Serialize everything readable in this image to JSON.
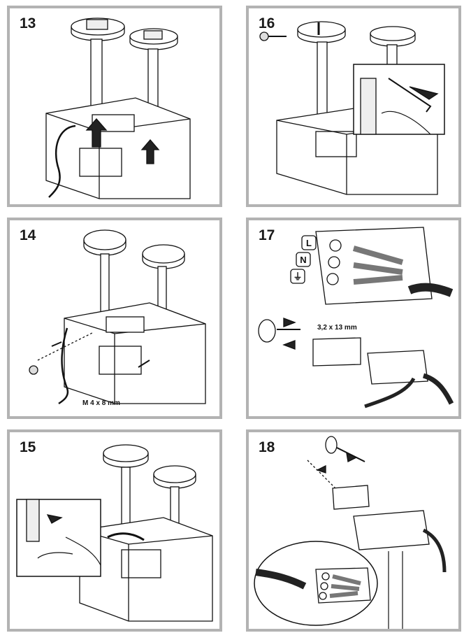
{
  "steps": {
    "s13": {
      "number": "13"
    },
    "s14": {
      "number": "14",
      "screw_label": "M 4 x 8 mm"
    },
    "s15": {
      "number": "15"
    },
    "s16": {
      "number": "16"
    },
    "s17": {
      "number": "17",
      "screw_label": "3,2 x 13 mm"
    },
    "s18": {
      "number": "18"
    }
  },
  "terminal_symbols": [
    "L",
    "N",
    "⏚"
  ]
}
